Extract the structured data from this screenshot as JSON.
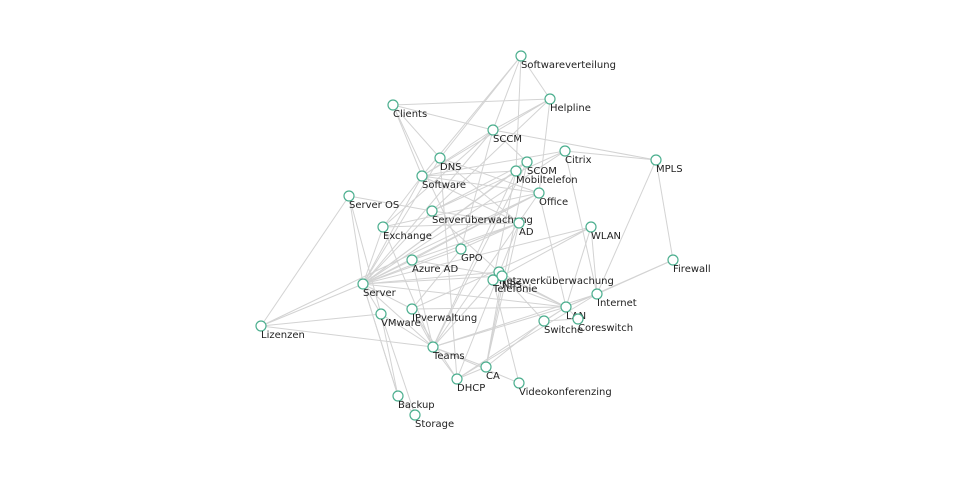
{
  "colors": {
    "edge": "#d3d3d3",
    "node_stroke": "#4caf8f",
    "node_fill": "#ffffff",
    "label": "#222222"
  },
  "nodes": [
    {
      "id": "Softwareverteilung",
      "label": "Softwareverteilung"
    },
    {
      "id": "Helpline",
      "label": "Helpline"
    },
    {
      "id": "Clients",
      "label": "Clients"
    },
    {
      "id": "SCCM",
      "label": "SCCM"
    },
    {
      "id": "Citrix",
      "label": "Citrix"
    },
    {
      "id": "MPLS",
      "label": "MPLS"
    },
    {
      "id": "DNS",
      "label": "DNS"
    },
    {
      "id": "SCOM",
      "label": "SCOM"
    },
    {
      "id": "Mobiltelefon",
      "label": "Mobiltelefon"
    },
    {
      "id": "Software",
      "label": "Software"
    },
    {
      "id": "Office",
      "label": "Office"
    },
    {
      "id": "ServerOS",
      "label": "Server OS"
    },
    {
      "id": "Serverueberwachung",
      "label": "Serverüberwachung"
    },
    {
      "id": "AD",
      "label": "AD"
    },
    {
      "id": "Exchange",
      "label": "Exchange"
    },
    {
      "id": "WLAN",
      "label": "WLAN"
    },
    {
      "id": "GPO",
      "label": "GPO"
    },
    {
      "id": "Firewall",
      "label": "Firewall"
    },
    {
      "id": "AzureAD",
      "label": "Azure AD"
    },
    {
      "id": "Netzwerkueberwachung",
      "label": "Netzwerküberwachung"
    },
    {
      "id": "NPS",
      "label": "NPS"
    },
    {
      "id": "Telefonie",
      "label": "Telefonie"
    },
    {
      "id": "Server",
      "label": "Server"
    },
    {
      "id": "Internet",
      "label": "Internet"
    },
    {
      "id": "LAN",
      "label": "LAN"
    },
    {
      "id": "IPverwaltung",
      "label": "IPverwaltung"
    },
    {
      "id": "VMware",
      "label": "VMware"
    },
    {
      "id": "Switche",
      "label": "Switche"
    },
    {
      "id": "Coreswitch",
      "label": "Coreswitch"
    },
    {
      "id": "Lizenzen",
      "label": "Lizenzen"
    },
    {
      "id": "Teams",
      "label": "Teams"
    },
    {
      "id": "CA",
      "label": "CA"
    },
    {
      "id": "DHCP",
      "label": "DHCP"
    },
    {
      "id": "Videokonferenzing",
      "label": "Videokonferenzing"
    },
    {
      "id": "Backup",
      "label": "Backup"
    },
    {
      "id": "Storage",
      "label": "Storage"
    }
  ],
  "edges": [
    [
      "Softwareverteilung",
      "SCCM"
    ],
    [
      "Softwareverteilung",
      "Helpline"
    ],
    [
      "Softwareverteilung",
      "Software"
    ],
    [
      "Softwareverteilung",
      "DNS"
    ],
    [
      "Softwareverteilung",
      "Mobiltelefon"
    ],
    [
      "Helpline",
      "Clients"
    ],
    [
      "Helpline",
      "SCCM"
    ],
    [
      "Helpline",
      "Office"
    ],
    [
      "Helpline",
      "Software"
    ],
    [
      "Helpline",
      "Serverueberwachung"
    ],
    [
      "Clients",
      "SCCM"
    ],
    [
      "Clients",
      "Software"
    ],
    [
      "Clients",
      "DNS"
    ],
    [
      "Clients",
      "GPO"
    ],
    [
      "SCCM",
      "MPLS"
    ],
    [
      "SCCM",
      "Software"
    ],
    [
      "SCCM",
      "Server"
    ],
    [
      "SCCM",
      "GPO"
    ],
    [
      "SCCM",
      "SCOM"
    ],
    [
      "SCCM",
      "Exchange"
    ],
    [
      "Citrix",
      "MPLS"
    ],
    [
      "Citrix",
      "Server"
    ],
    [
      "Citrix",
      "Internet"
    ],
    [
      "Citrix",
      "Software"
    ],
    [
      "Citrix",
      "Serverueberwachung"
    ],
    [
      "MPLS",
      "Firewall"
    ],
    [
      "MPLS",
      "Internet"
    ],
    [
      "DNS",
      "AD"
    ],
    [
      "DNS",
      "Office"
    ],
    [
      "DNS",
      "Server"
    ],
    [
      "DNS",
      "DHCP"
    ],
    [
      "SCOM",
      "Server"
    ],
    [
      "SCOM",
      "Serverueberwachung"
    ],
    [
      "SCOM",
      "Teams"
    ],
    [
      "SCOM",
      "CA"
    ],
    [
      "Mobiltelefon",
      "Telefonie"
    ],
    [
      "Mobiltelefon",
      "Software"
    ],
    [
      "Mobiltelefon",
      "Teams"
    ],
    [
      "Mobiltelefon",
      "Server"
    ],
    [
      "Software",
      "Office"
    ],
    [
      "Software",
      "AD"
    ],
    [
      "Software",
      "Server"
    ],
    [
      "Software",
      "Exchange"
    ],
    [
      "Office",
      "Exchange"
    ],
    [
      "Office",
      "Teams"
    ],
    [
      "Office",
      "Server"
    ],
    [
      "Office",
      "LAN"
    ],
    [
      "Office",
      "AzureAD"
    ],
    [
      "ServerOS",
      "Server"
    ],
    [
      "ServerOS",
      "Lizenzen"
    ],
    [
      "ServerOS",
      "Serverueberwachung"
    ],
    [
      "ServerOS",
      "VMware"
    ],
    [
      "Serverueberwachung",
      "AD"
    ],
    [
      "Serverueberwachung",
      "Server"
    ],
    [
      "Serverueberwachung",
      "Netzwerkueberwachung"
    ],
    [
      "AD",
      "AzureAD"
    ],
    [
      "AD",
      "GPO"
    ],
    [
      "AD",
      "Server"
    ],
    [
      "AD",
      "Exchange"
    ],
    [
      "AD",
      "CA"
    ],
    [
      "AD",
      "DHCP"
    ],
    [
      "Exchange",
      "Server"
    ],
    [
      "Exchange",
      "Teams"
    ],
    [
      "WLAN",
      "LAN"
    ],
    [
      "WLAN",
      "Internet"
    ],
    [
      "WLAN",
      "NPS"
    ],
    [
      "WLAN",
      "Server"
    ],
    [
      "WLAN",
      "IPverwaltung"
    ],
    [
      "GPO",
      "Server"
    ],
    [
      "GPO",
      "IPverwaltung"
    ],
    [
      "Firewall",
      "Internet"
    ],
    [
      "Firewall",
      "LAN"
    ],
    [
      "AzureAD",
      "Server"
    ],
    [
      "AzureAD",
      "Teams"
    ],
    [
      "AzureAD",
      "NPS"
    ],
    [
      "Netzwerkueberwachung",
      "LAN"
    ],
    [
      "Netzwerkueberwachung",
      "Switche"
    ],
    [
      "Netzwerkueberwachung",
      "Server"
    ],
    [
      "Netzwerkueberwachung",
      "Telefonie"
    ],
    [
      "NPS",
      "Telefonie"
    ],
    [
      "NPS",
      "LAN"
    ],
    [
      "NPS",
      "CA"
    ],
    [
      "NPS",
      "Server"
    ],
    [
      "Telefonie",
      "Teams"
    ],
    [
      "Telefonie",
      "Videokonferenzing"
    ],
    [
      "Telefonie",
      "LAN"
    ],
    [
      "Server",
      "VMware"
    ],
    [
      "Server",
      "Lizenzen"
    ],
    [
      "Server",
      "Backup"
    ],
    [
      "Server",
      "LAN"
    ],
    [
      "Server",
      "IPverwaltung"
    ],
    [
      "Server",
      "Teams"
    ],
    [
      "Internet",
      "LAN"
    ],
    [
      "Internet",
      "DHCP"
    ],
    [
      "Internet",
      "Teams"
    ],
    [
      "LAN",
      "Switche"
    ],
    [
      "LAN",
      "Coreswitch"
    ],
    [
      "LAN",
      "IPverwaltung"
    ],
    [
      "LAN",
      "DHCP"
    ],
    [
      "LAN",
      "Teams"
    ],
    [
      "IPverwaltung",
      "DHCP"
    ],
    [
      "IPverwaltung",
      "Teams"
    ],
    [
      "VMware",
      "Backup"
    ],
    [
      "VMware",
      "Storage"
    ],
    [
      "VMware",
      "Lizenzen"
    ],
    [
      "VMware",
      "Teams"
    ],
    [
      "Switche",
      "Coreswitch"
    ],
    [
      "Switche",
      "CA"
    ],
    [
      "Lizenzen",
      "Teams"
    ],
    [
      "Lizenzen",
      "Office"
    ],
    [
      "Teams",
      "CA"
    ],
    [
      "Teams",
      "Videokonferenzing"
    ],
    [
      "Teams",
      "DHCP"
    ],
    [
      "CA",
      "DHCP"
    ],
    [
      "Backup",
      "Storage"
    ],
    [
      "Backup",
      "Server"
    ]
  ]
}
